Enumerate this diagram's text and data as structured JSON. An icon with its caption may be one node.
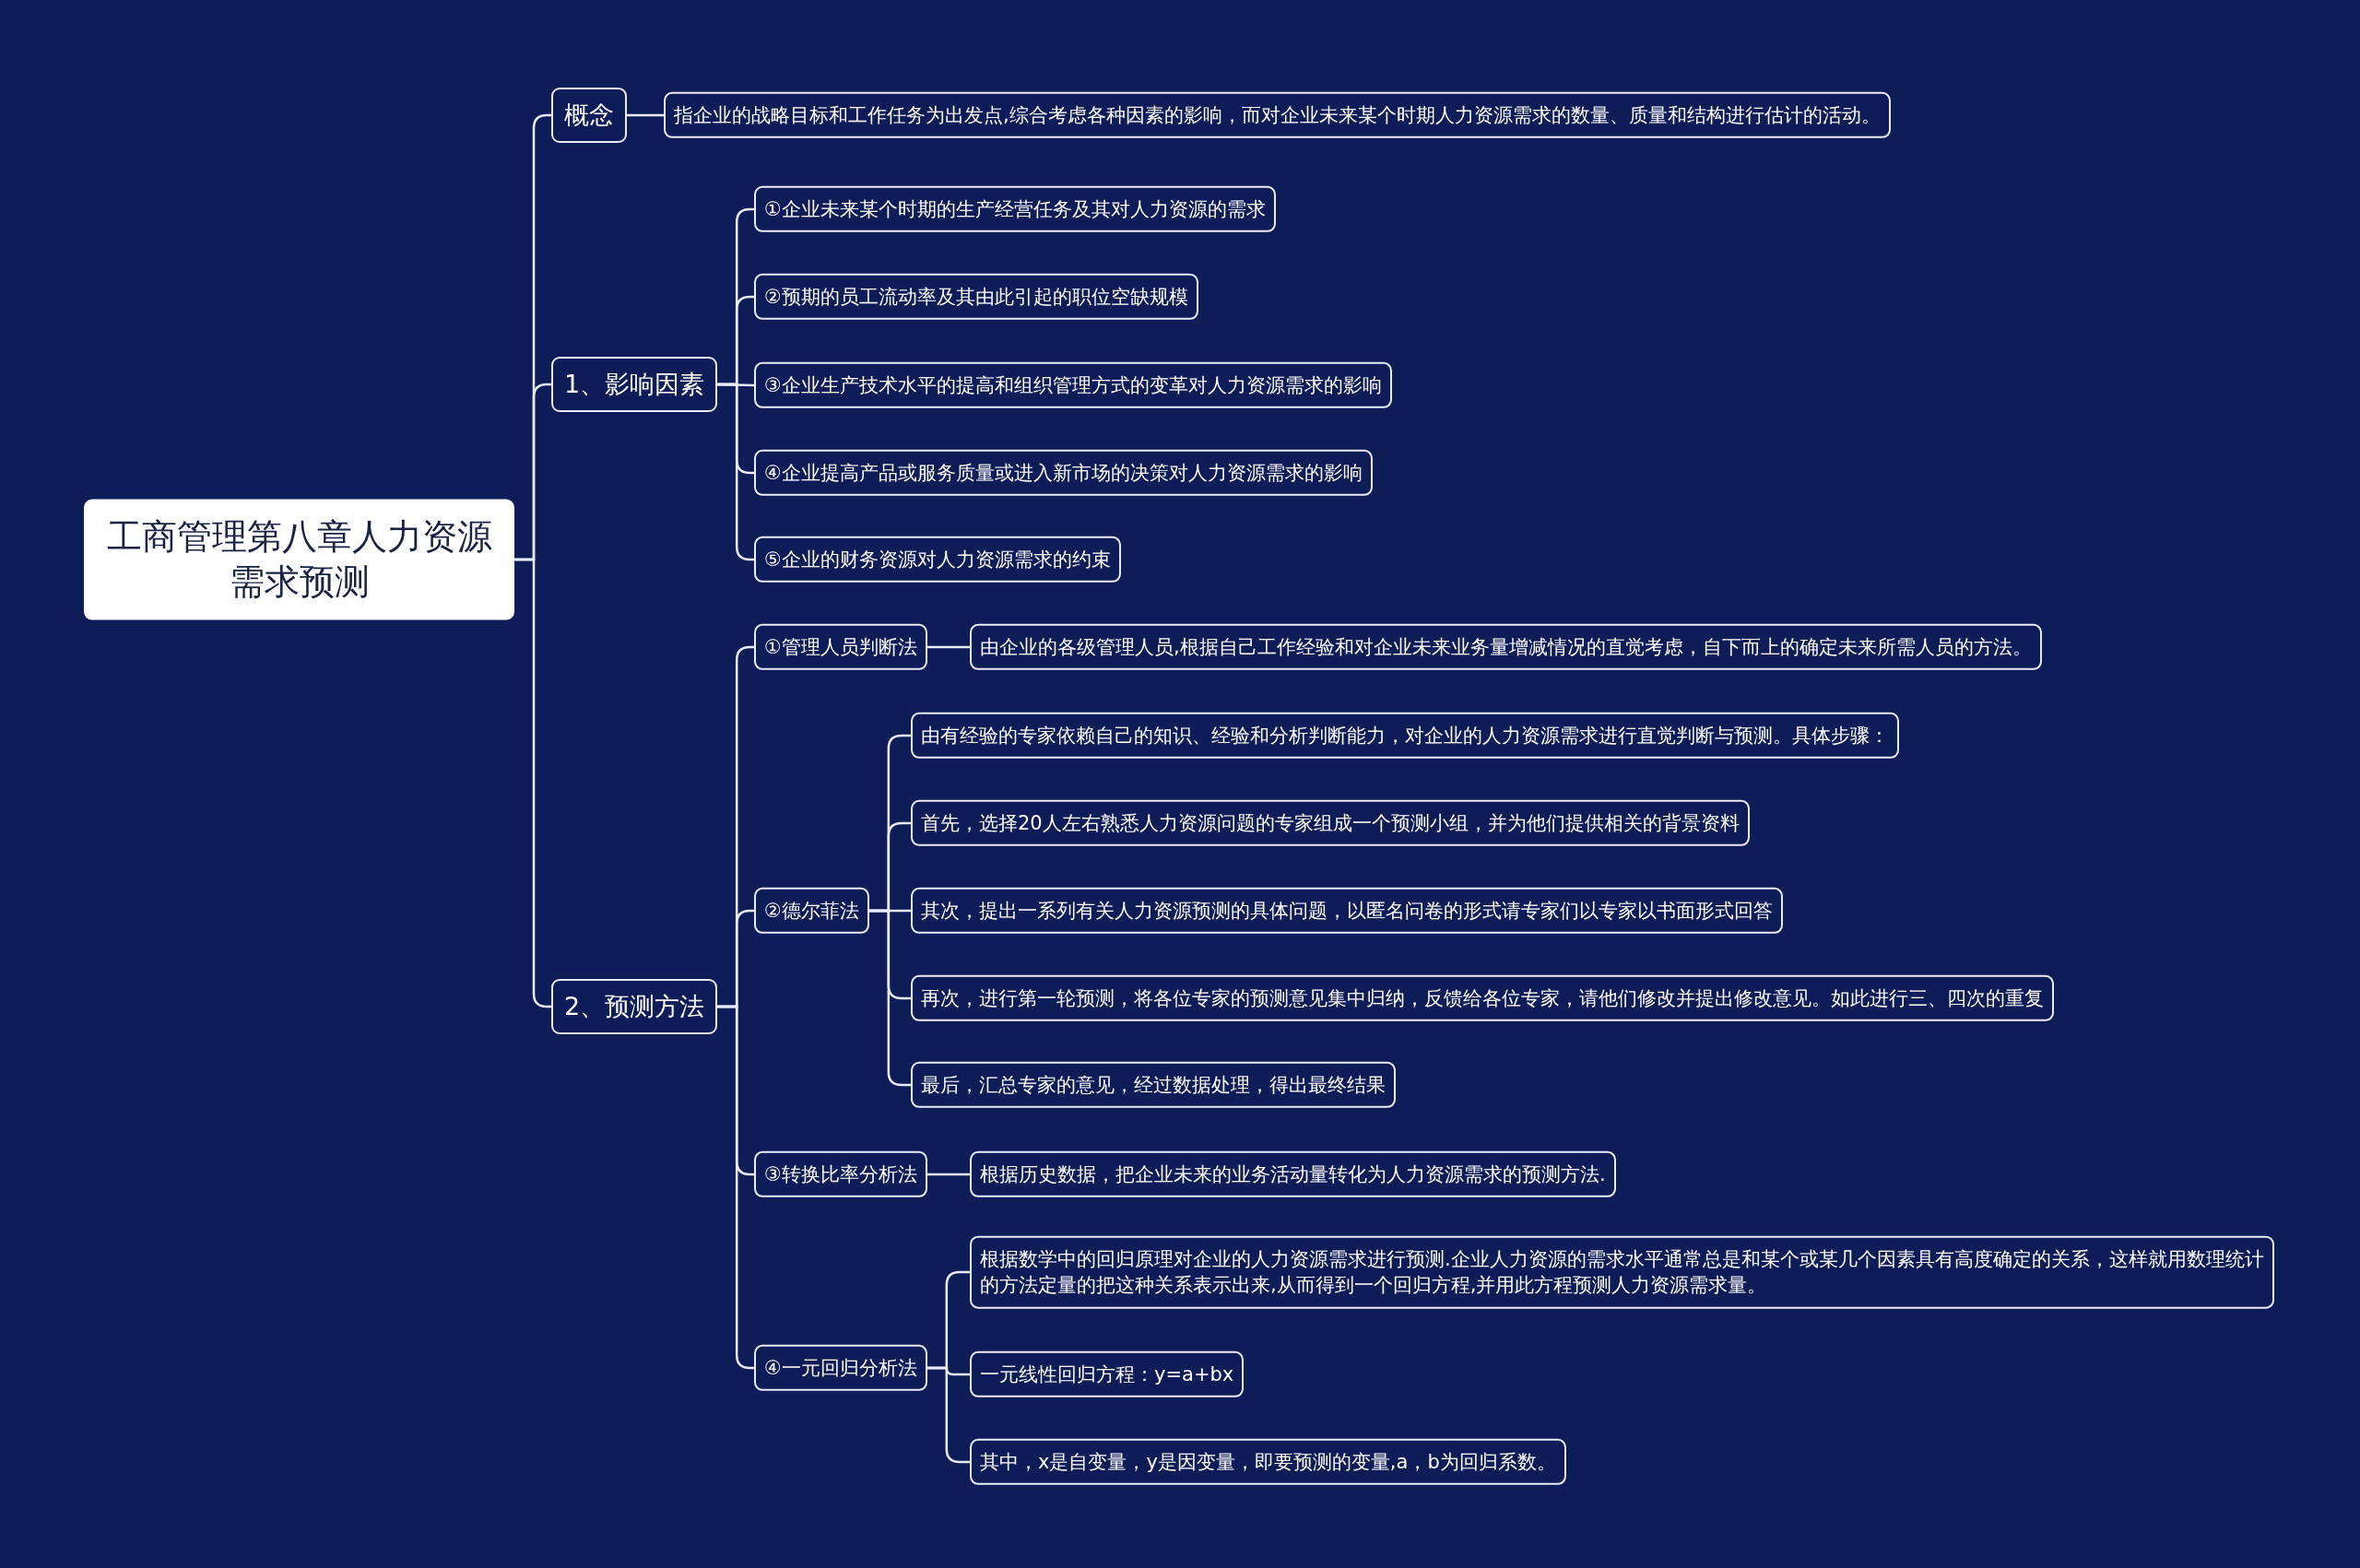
{
  "diagram": {
    "nodes": [
      {
        "text": [
          "工商管理第八章人力资源需求预测"
        ]
      },
      {
        "text": [
          "概念"
        ]
      },
      {
        "text": [
          "指企业的战略目标和工作任务为出发点,综合考虑各种因素的影响，而对企业未来某个时期人力资源需求的数量、质量和结构进行估计的活动。"
        ]
      },
      {
        "text": [
          "1、影响因素"
        ]
      },
      {
        "text": [
          "①企业未来某个时期的生产经营任务及其对人力资源的需求"
        ]
      },
      {
        "text": [
          "②预期的员工流动率及其由此引起的职位空缺规模"
        ]
      },
      {
        "text": [
          "③企业生产技术水平的提高和组织管理方式的变革对人力资源需求的影响"
        ]
      },
      {
        "text": [
          "④企业提高产品或服务质量或进入新市场的决策对人力资源需求的影响"
        ]
      },
      {
        "text": [
          "⑤企业的财务资源对人力资源需求的约束"
        ]
      },
      {
        "text": [
          "2、预测方法"
        ]
      },
      {
        "text": [
          "①管理人员判断法"
        ]
      },
      {
        "text": [
          "由企业的各级管理人员,根据自己工作经验和对企业未来业务量增减情况的直觉考虑，自下而上的确定未来所需人员的方法。"
        ]
      },
      {
        "text": [
          "②德尔菲法"
        ]
      },
      {
        "text": [
          "由有经验的专家依赖自己的知识、经验和分析判断能力，对企业的人力资源需求进行直觉判断与预测。具体步骤："
        ]
      },
      {
        "text": [
          "首先，选择20人左右熟悉人力资源问题的专家组成一个预测小组，并为他们提供相关的背景资料"
        ]
      },
      {
        "text": [
          "其次，提出一系列有关人力资源预测的具体问题，以匿名问卷的形式请专家们以专家以书面形式回答"
        ]
      },
      {
        "text": [
          "再次，进行第一轮预测，将各位专家的预测意见集中归纳，反馈给各位专家，请他们修改并提出修改意见。如此进行三、四次的重复"
        ]
      },
      {
        "text": [
          "最后，汇总专家的意见，经过数据处理，得出最终结果"
        ]
      },
      {
        "text": [
          "③转换比率分析法"
        ]
      },
      {
        "text": [
          "根据历史数据，把企业未来的业务活动量转化为人力资源需求的预测方法."
        ]
      },
      {
        "text": [
          "④一元回归分析法"
        ]
      },
      {
        "text": [
          "根据数学中的回归原理对企业的人力资源需求进行预测.企业人力资源的需求水平通常总是和某个或某几个因素具有高度确定的关系，这样就用数理统计的方法定量的把这种关系表示出来,从而得到一个回归方程,并用此方程预测人力资源需求量。"
        ]
      },
      {
        "text": [
          "一元线性回归方程：y=a+bx"
        ]
      },
      {
        "text": [
          "其中，x是自变量，y是因变量，即要预测的变量,a，b为回归系数。"
        ]
      }
    ],
    "edges": [
      {
        "from": 0,
        "to": 1,
        "arrow": "none"
      },
      {
        "from": 1,
        "to": 2,
        "arrow": "none"
      },
      {
        "from": 0,
        "to": 3,
        "arrow": "none"
      },
      {
        "from": 3,
        "to": 4,
        "arrow": "none"
      },
      {
        "from": 3,
        "to": 5,
        "arrow": "none"
      },
      {
        "from": 3,
        "to": 6,
        "arrow": "none"
      },
      {
        "from": 3,
        "to": 7,
        "arrow": "none"
      },
      {
        "from": 3,
        "to": 8,
        "arrow": "none"
      },
      {
        "from": 0,
        "to": 9,
        "arrow": "none"
      },
      {
        "from": 9,
        "to": 10,
        "arrow": "none"
      },
      {
        "from": 10,
        "to": 11,
        "arrow": "none"
      },
      {
        "from": 9,
        "to": 12,
        "arrow": "none"
      },
      {
        "from": 12,
        "to": 13,
        "arrow": "none"
      },
      {
        "from": 12,
        "to": 14,
        "arrow": "none"
      },
      {
        "from": 12,
        "to": 15,
        "arrow": "none"
      },
      {
        "from": 12,
        "to": 16,
        "arrow": "none"
      },
      {
        "from": 12,
        "to": 17,
        "arrow": "none"
      },
      {
        "from": 9,
        "to": 18,
        "arrow": "none"
      },
      {
        "from": 18,
        "to": 19,
        "arrow": "none"
      },
      {
        "from": 9,
        "to": 20,
        "arrow": "none"
      },
      {
        "from": 20,
        "to": 21,
        "arrow": "none"
      },
      {
        "from": 20,
        "to": 22,
        "arrow": "none"
      },
      {
        "from": 20,
        "to": 23,
        "arrow": "none"
      }
    ]
  }
}
